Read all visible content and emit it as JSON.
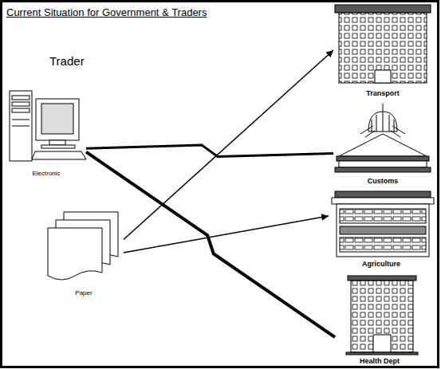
{
  "diagram": {
    "title": "Current Situation for Government & Traders",
    "nodes": [
      {
        "text": [
          "Electronic"
        ]
      },
      {
        "text": [
          "Paper"
        ]
      },
      {
        "text": [
          "Transport"
        ]
      },
      {
        "text": [
          "Customs"
        ]
      },
      {
        "text": [
          "Agriculture"
        ]
      },
      {
        "text": [
          "Health Dept"
        ]
      }
    ],
    "edges": [
      {
        "from": 0,
        "to": 3,
        "arrow": "none"
      },
      {
        "from": 0,
        "to": 5,
        "arrow": "none"
      },
      {
        "from": 1,
        "to": 2,
        "arrow": "to"
      },
      {
        "from": 1,
        "to": 4,
        "arrow": "to"
      }
    ],
    "labels": [
      "Trader"
    ]
  }
}
